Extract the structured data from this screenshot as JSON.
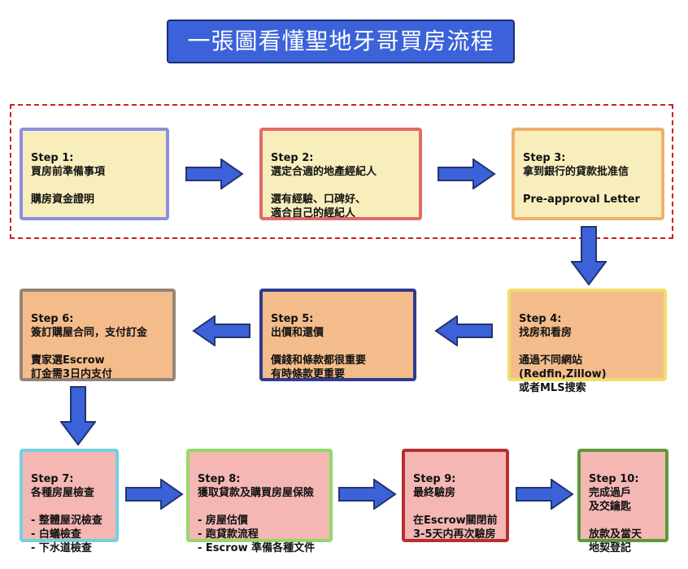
{
  "title": "一張圖看懂聖地牙哥買房流程",
  "steps": [
    {
      "label": "Step 1:",
      "text": "買房前準備事項\n\n購房資金證明"
    },
    {
      "label": "Step 2:",
      "text": "選定合適的地產經紀人\n\n選有經驗、口碑好、\n適合自己的經紀人"
    },
    {
      "label": "Step 3:",
      "text": "拿到銀行的貸款批准信\n\nPre-approval Letter"
    },
    {
      "label": "Step 4:",
      "text": "找房和看房\n\n通過不同網站\n(Redfin,Zillow)\n或者MLS搜索"
    },
    {
      "label": "Step 5:",
      "text": "出價和還價\n\n價錢和條款都很重要\n有時條款更重要"
    },
    {
      "label": "Step 6:",
      "text": "簽訂購屋合同，支付訂金\n\n賣家選Escrow\n訂金需3日内支付"
    },
    {
      "label": "Step 7:",
      "text": "各種房屋檢查\n\n- 整體屋況檢查\n- 白蟻檢查\n- 下水道檢查"
    },
    {
      "label": "Step 8:",
      "text": "獲取貸款及購買房屋保險\n\n- 房屋估價\n- 跑貸款流程\n- Escrow 準備各種文件"
    },
    {
      "label": "Step 9:",
      "text": "最終驗房\n\n在Escrow關閉前\n3-5天内再次驗房"
    },
    {
      "label": "Step 10:",
      "text": "完成過戶\n及交鑰匙\n\n放款及當天\n地契登記"
    }
  ],
  "colors": {
    "title_bg": "#3b62d9",
    "arrow": "#3b62d9",
    "dashed_border": "#d21f1f"
  }
}
